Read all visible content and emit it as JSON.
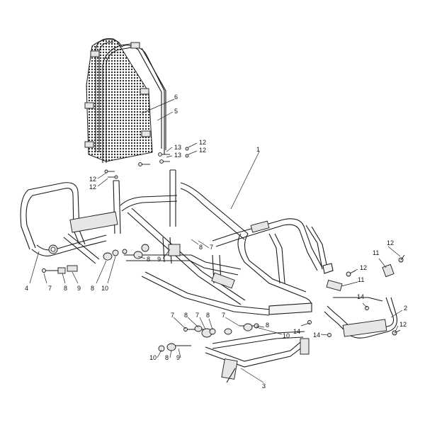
{
  "colors": {
    "line": "#1a1a1a",
    "background": "#ffffff",
    "mesh": "#2a2a2a"
  },
  "labels": {
    "p1": "1",
    "p2": "2",
    "p3": "3",
    "p4": "4",
    "p5": "5",
    "p6": "6",
    "p7a": "7",
    "p7b": "7",
    "p7c": "7",
    "p7d": "7",
    "p7e": "7",
    "p8a": "8",
    "p8b": "8",
    "p8c": "8",
    "p8d": "8",
    "p8e": "8",
    "p8f": "8",
    "p8g": "8",
    "p8h": "8",
    "p9a": "9",
    "p9b": "9",
    "p9c": "9",
    "p10a": "10",
    "p10b": "10",
    "p10c": "10",
    "p11a": "11",
    "p11b": "11",
    "p12a": "12",
    "p12b": "12",
    "p12c": "12",
    "p12d": "12",
    "p12e": "12",
    "p12f": "12",
    "p12g": "12",
    "p13a": "13",
    "p13b": "13",
    "p14a": "14",
    "p14b": "14",
    "p14c": "14"
  }
}
